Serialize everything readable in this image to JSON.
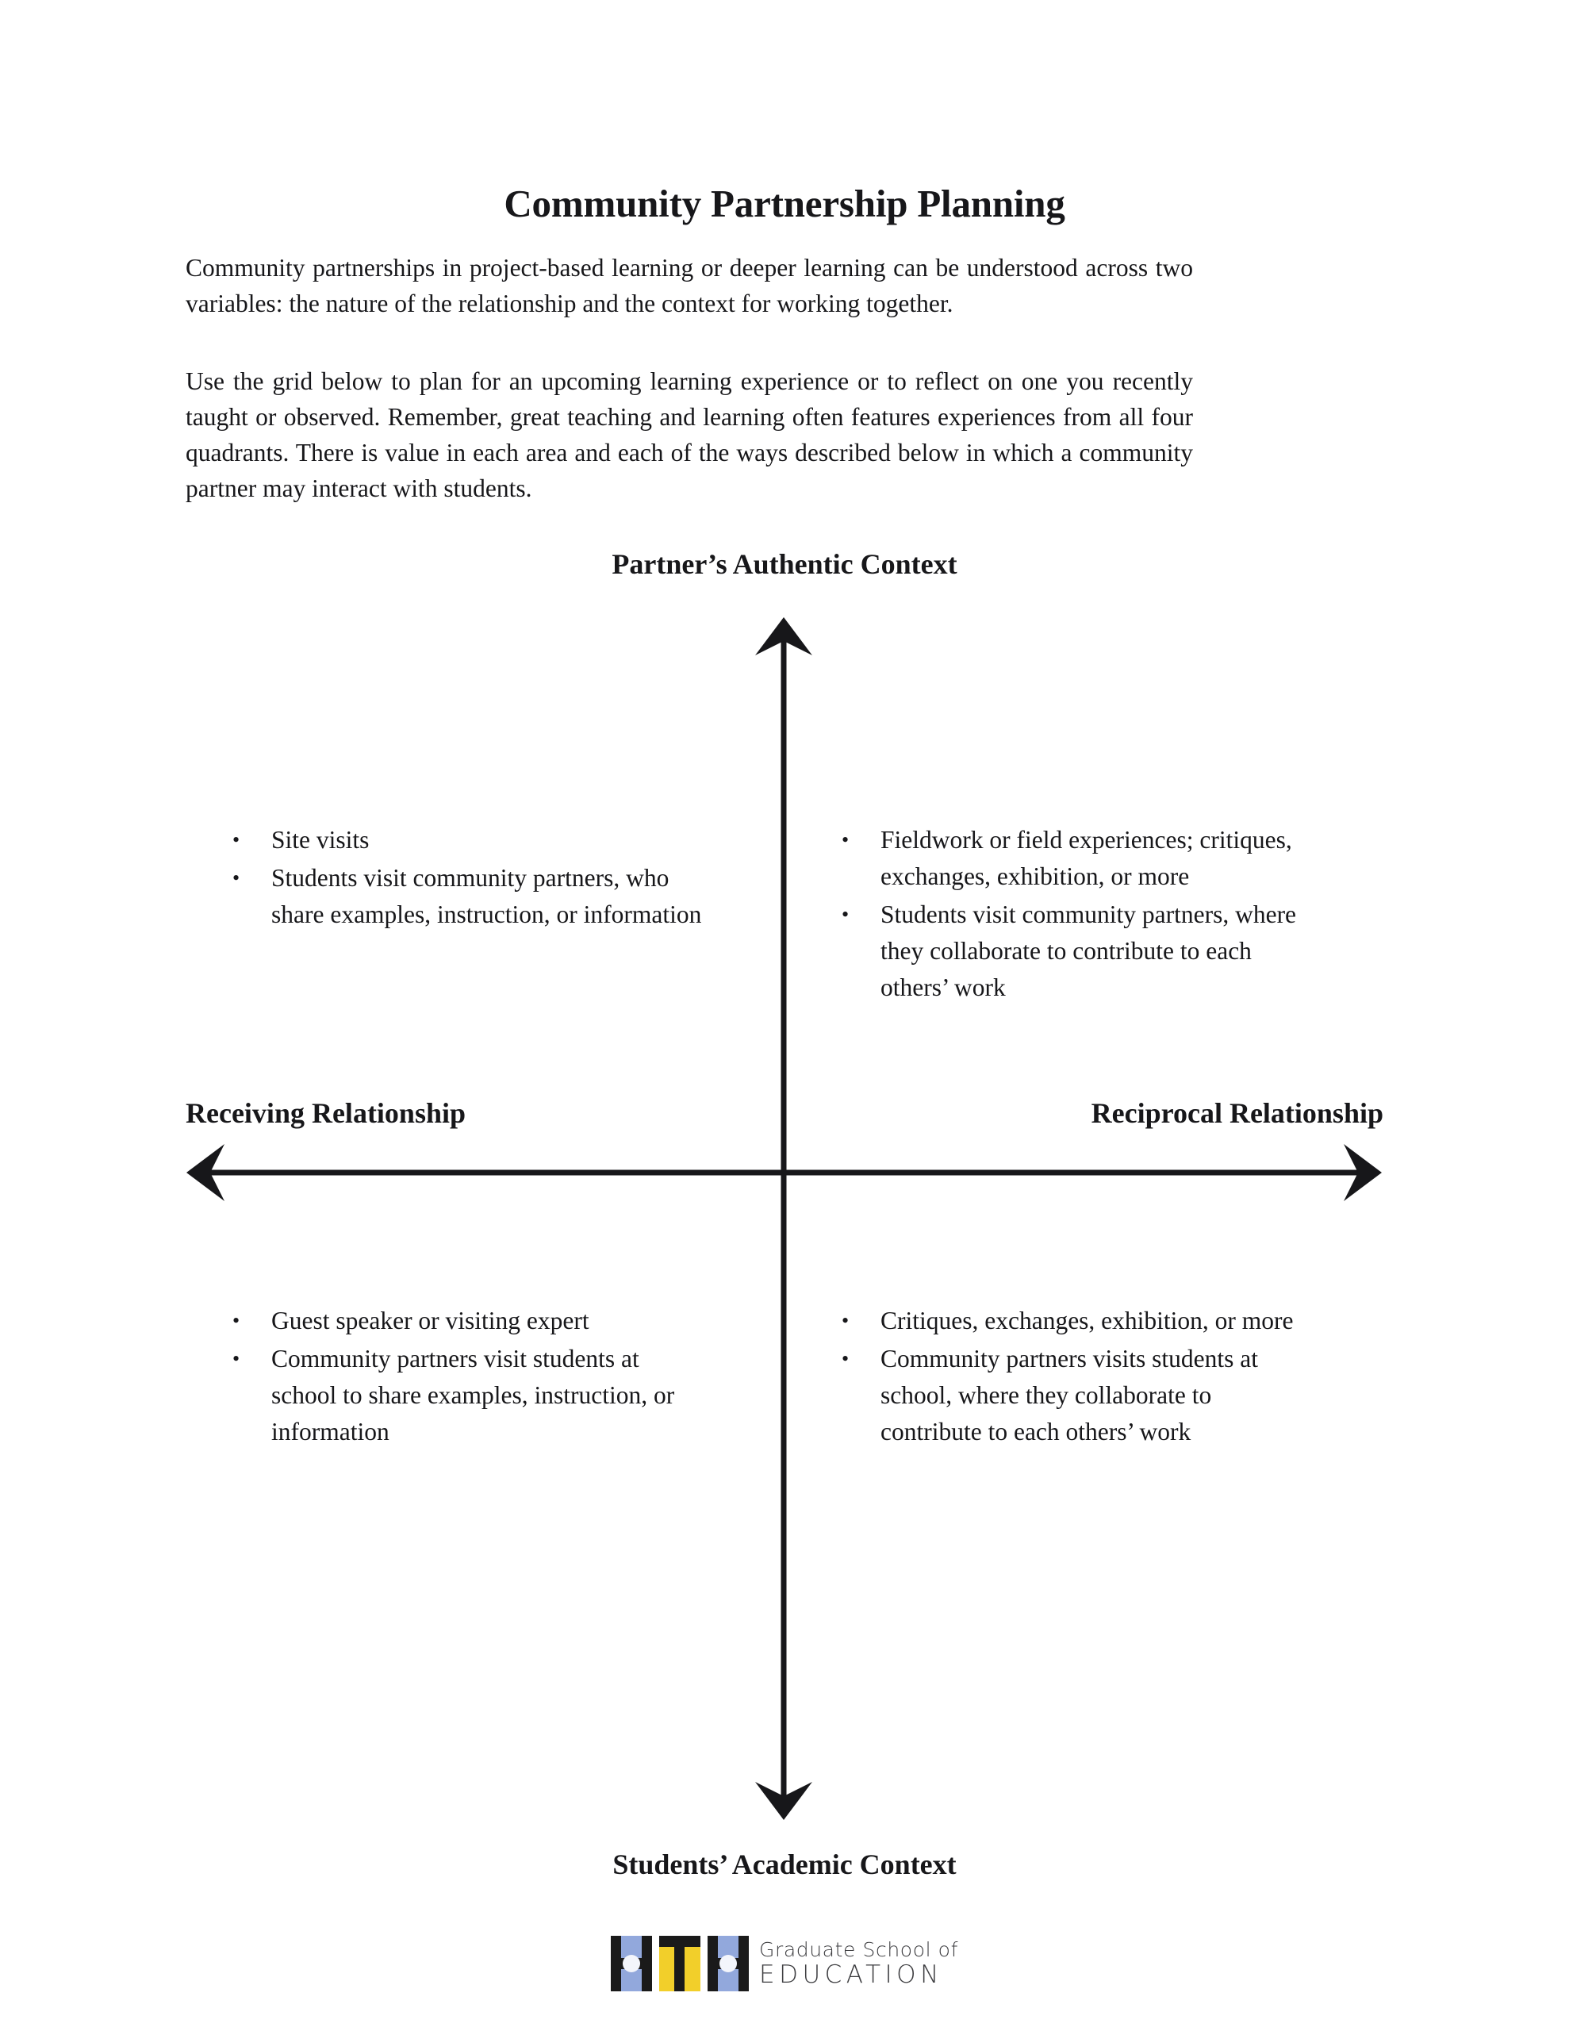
{
  "document": {
    "title": "Community Partnership Planning",
    "intro_paragraphs": [
      "Community partnerships in project-based learning or deeper learning can be understood across two variables: the nature of the relationship and the context for working together.",
      "Use the grid below to plan for an upcoming learning experience or to reflect on one you recently taught or observed. Remember, great teaching and learning often features experiences from all four quadrants. There is value in each area and each of the ways described below in which a community partner may interact with students."
    ]
  },
  "chart_data": {
    "type": "quadrant-matrix",
    "title": "Community Partnership Planning",
    "y_axis": {
      "top_label": "Partner’s Authentic Context",
      "bottom_label": "Students’ Academic Context"
    },
    "x_axis": {
      "left_label": "Receiving Relationship",
      "right_label": "Reciprocal Relationship"
    },
    "quadrants": [
      {
        "position": "top-left",
        "x": "Receiving Relationship",
        "y": "Partner’s Authentic Context",
        "items": [
          "Site visits",
          "Students visit community partners, who share examples, instruction, or information"
        ]
      },
      {
        "position": "top-right",
        "x": "Reciprocal Relationship",
        "y": "Partner’s Authentic Context",
        "items": [
          "Fieldwork or field experiences; critiques, exchanges, exhibition, or more",
          "Students visit community partners, where they collaborate to contribute to each others’ work"
        ]
      },
      {
        "position": "bottom-left",
        "x": "Receiving Relationship",
        "y": "Students’ Academic Context",
        "items": [
          "Guest speaker or visiting expert",
          "Community partners visit students at school to share examples, instruction, or information"
        ]
      },
      {
        "position": "bottom-right",
        "x": "Reciprocal Relationship",
        "y": "Students’ Academic Context",
        "items": [
          "Critiques, exchanges, exhibition, or more",
          "Community partners visits students at school, where they collaborate to contribute to each others’ work"
        ]
      }
    ],
    "axis_color": "#17171a",
    "grid": false,
    "legend": "none"
  },
  "footer": {
    "logo_mark_letters": "HTH",
    "wordmark_line_1": "Graduate School of",
    "wordmark_line_2": "EDUCATION",
    "colors": {
      "logo_blue": "#92a8dc",
      "logo_yellow": "#f2cf2a",
      "logo_black": "#1a1a1a",
      "wordmark_gray": "#3d3d40"
    }
  }
}
